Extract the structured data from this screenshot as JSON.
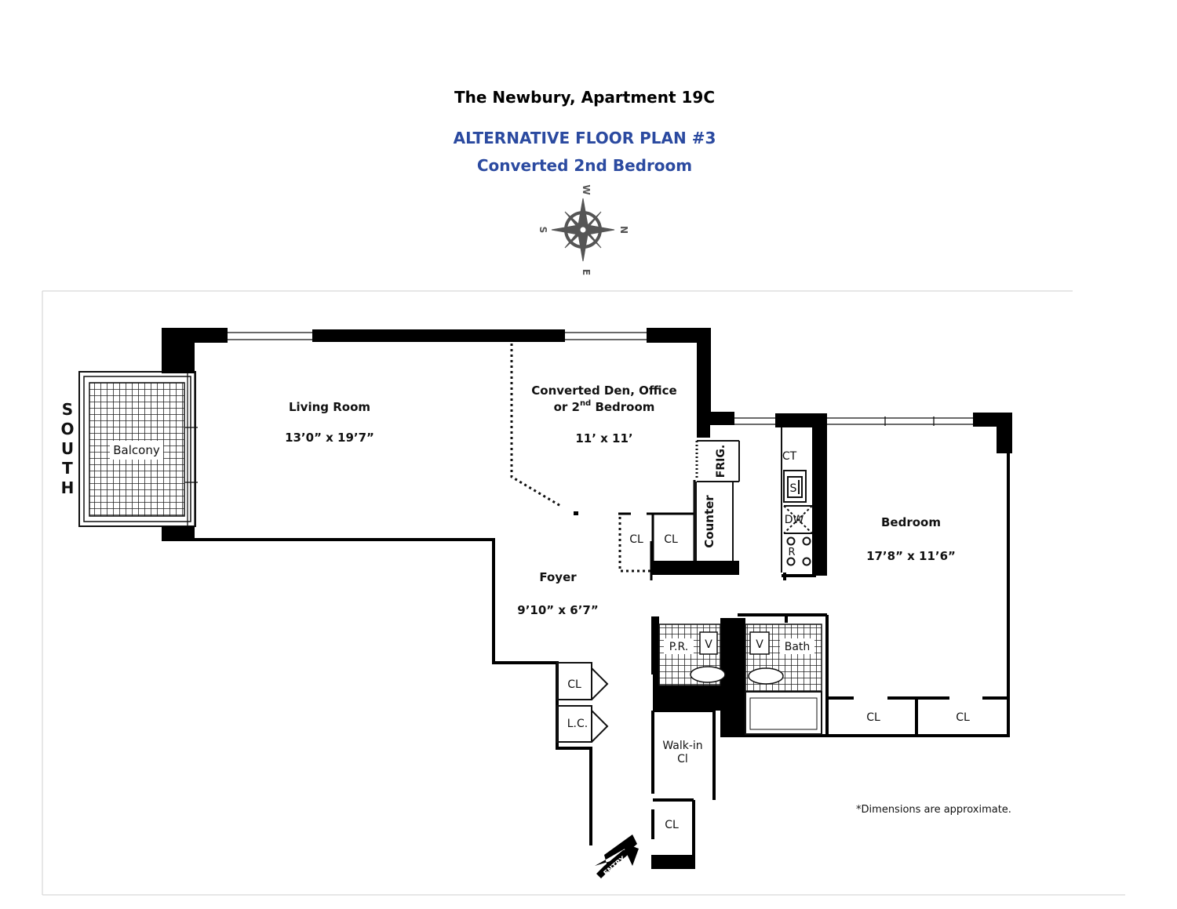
{
  "header": {
    "title": "The Newbury, Apartment 19C",
    "subtitle": "ALTERNATIVE FLOOR PLAN #3",
    "caption": "Converted 2nd Bedroom"
  },
  "colors": {
    "accent": "#2b4aa0",
    "wall": "#000000",
    "compass": "#555555"
  },
  "compass": {
    "north": "N",
    "south": "S",
    "east": "E",
    "west": "W"
  },
  "side_label": [
    "S",
    "O",
    "U",
    "T",
    "H"
  ],
  "rooms": {
    "living": {
      "name": "Living Room",
      "dims": "13’0” x 19’7”"
    },
    "den": {
      "line1": "Converted Den, Office",
      "line2_a": "or 2",
      "line2_sup": "nd",
      "line2_b": " Bedroom",
      "dims": "11’ x 11’"
    },
    "bedroom": {
      "name": "Bedroom",
      "dims": "17’8” x 11’6”"
    },
    "foyer": {
      "name": "Foyer",
      "dims": "9’10” x 6’7”"
    },
    "balcony": {
      "name": "Balcony"
    },
    "walkin": {
      "line1": "Walk-in",
      "line2": "Cl"
    },
    "powder": "P.R.",
    "bath": "Bath"
  },
  "fixtures": {
    "frig": "FRIG.",
    "counter": "Counter",
    "ct": "CT",
    "sink": "S",
    "dw": "DW",
    "vanity": "V",
    "range": "R"
  },
  "closets": {
    "cl": "CL",
    "lc": "L.C.",
    "cl_lower": "Cl"
  },
  "entry": "ENTRY",
  "note": "*Dimensions are approximate."
}
